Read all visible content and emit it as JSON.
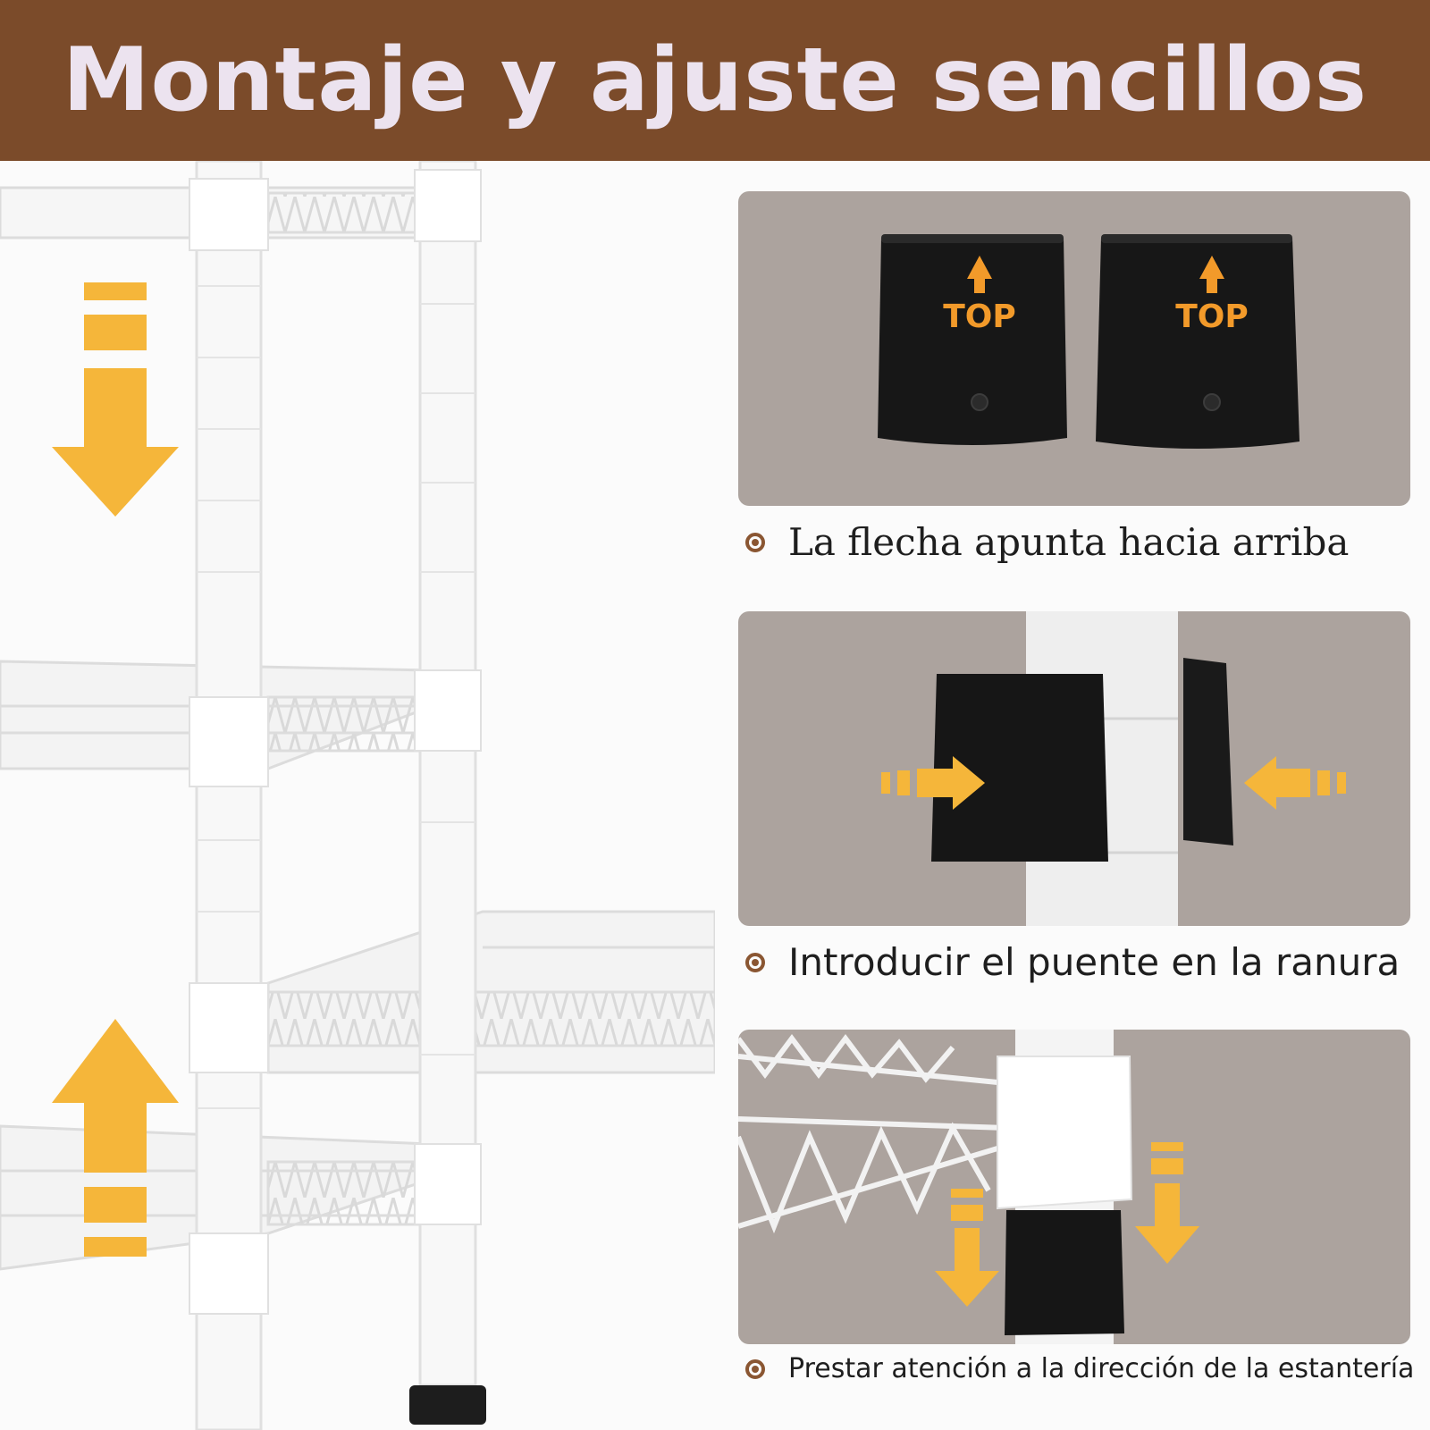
{
  "banner": {
    "title": "Montaje y ajuste sencillos"
  },
  "steps": [
    {
      "caption": "La flecha apunta hacia arriba",
      "sleeve_label": "TOP"
    },
    {
      "caption": "Introducir el puente en la ranura"
    },
    {
      "caption": "Prestar atención a la dirección de la estantería"
    }
  ],
  "colors": {
    "banner_bg": "#7b4b2a",
    "banner_text": "#ece3ef",
    "panel_bg": "#aca39e",
    "arrow": "#f5b63a",
    "top_label": "#f29a2a",
    "bullet": "#8a5632"
  }
}
